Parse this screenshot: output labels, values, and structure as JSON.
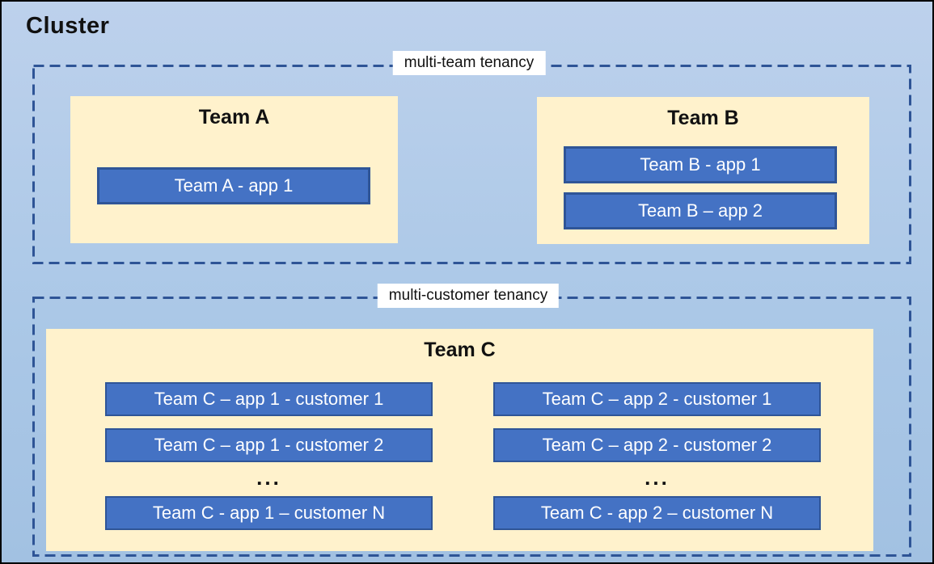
{
  "title": "Cluster",
  "sections": {
    "multi_team": {
      "label": "multi-team tenancy",
      "teams": [
        {
          "name": "Team A",
          "apps": [
            "Team A - app 1"
          ]
        },
        {
          "name": "Team B",
          "apps": [
            "Team B - app 1",
            "Team B – app 2"
          ]
        }
      ]
    },
    "multi_customer": {
      "label": "multi-customer tenancy",
      "team": {
        "name": "Team C",
        "columns": [
          {
            "rows": [
              "Team C – app 1 - customer 1",
              "Team C – app 1 - customer 2"
            ],
            "ellipsis": "...",
            "last_row": "Team C - app 1 – customer N"
          },
          {
            "rows": [
              "Team C – app 2 - customer 1",
              "Team C – app 2 - customer 2"
            ],
            "ellipsis": "...",
            "last_row": "Team C - app 2 – customer N"
          }
        ]
      }
    }
  },
  "colors": {
    "canvas_background_top": "#BDD1EC",
    "canvas_background_bottom": "#A2C1E2",
    "team_box_fill": "#FFF2CC",
    "app_box_fill": "#4472C4",
    "app_box_border": "#2F5597",
    "dashed_boundary": "#2E5496",
    "app_text": "#FFFFFF",
    "title_text": "#111111"
  }
}
